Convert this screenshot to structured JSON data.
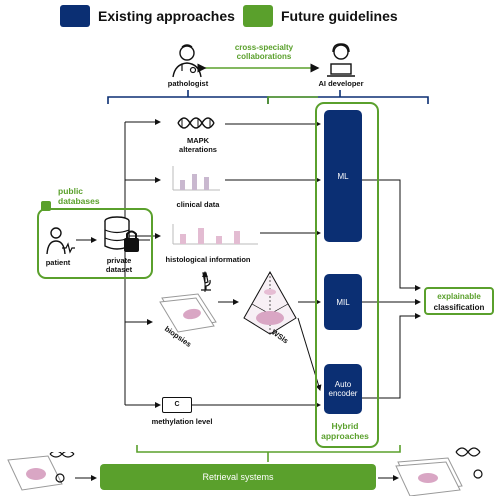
{
  "legend": {
    "existing": {
      "label": "Existing approaches",
      "color": "#0b2f73"
    },
    "future": {
      "label": "Future guidelines",
      "color": "#5aa02c"
    }
  },
  "top": {
    "collab_line1": "cross-specialty",
    "collab_line2": "collaborations",
    "pathologist": "pathologist",
    "ai_developer": "AI developer"
  },
  "left": {
    "public_line1": "public",
    "public_line2": "databases",
    "patient": "patient",
    "private_line1": "private",
    "private_line2": "dataset"
  },
  "data_sources": {
    "mapk_line1": "MAPK",
    "mapk_line2": "alterations",
    "clinical": "clinical data",
    "histological": "histological information",
    "biopsies": "biopsies",
    "wsis": "WSIs",
    "methylation": "methylation level",
    "methylation_tag": "C"
  },
  "models": {
    "ml": "ML",
    "mil": "MIL",
    "auto_line1": "Auto",
    "auto_line2": "encoder",
    "hybrid_line1": "Hybrid",
    "hybrid_line2": "approaches"
  },
  "output": {
    "line1": "explainable",
    "line2": "classification"
  },
  "bottom": {
    "retrieval": "Retrieval systems"
  },
  "icons": [
    "doctor-icon",
    "ai-developer-icon",
    "dna-icon",
    "chart-icon",
    "patient-icon",
    "database-lock-icon",
    "microscope-icon",
    "slide-icon",
    "pyramid-icon",
    "lock-open-icon",
    "methylation-tag-icon"
  ]
}
